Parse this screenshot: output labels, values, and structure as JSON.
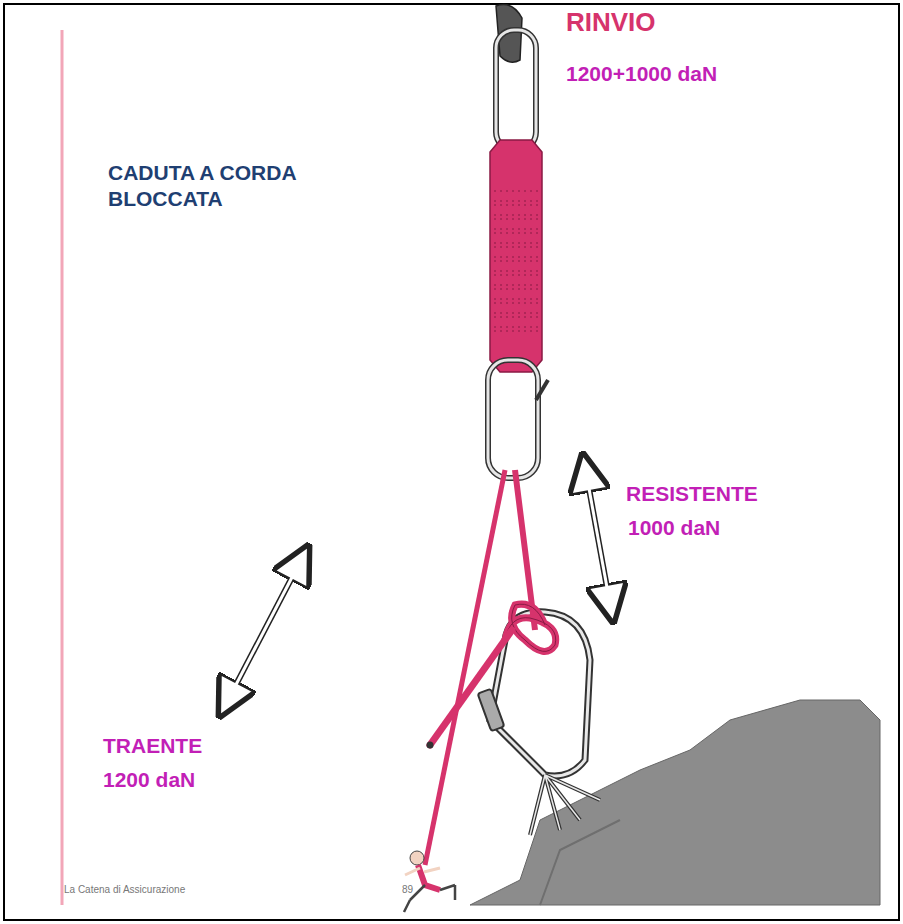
{
  "diagram": {
    "title": "CADUTA A CORDA BLOCCATA",
    "labels": [
      "RINVIO",
      "1200+1000 daN",
      "RESISTENTE",
      "1000 daN",
      "TRAENTE",
      "1200 daN",
      "La Catena di Assicurazione",
      "89"
    ]
  }
}
